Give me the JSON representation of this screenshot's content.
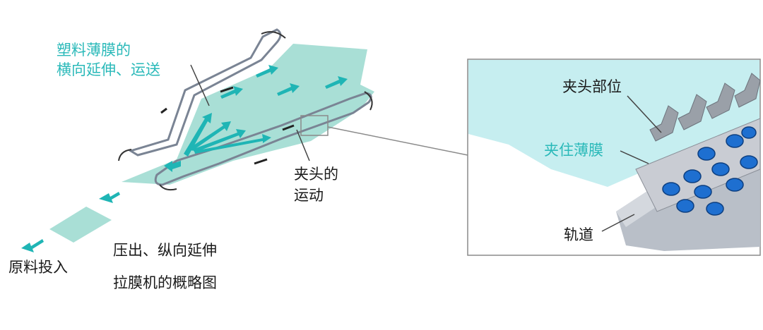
{
  "labels": {
    "film_stretch_line1": "塑料薄膜的",
    "film_stretch_line2": "横向延伸、运送",
    "clip_motion_line1": "夹头的",
    "clip_motion_line2": "运动",
    "raw_input": "原料投入",
    "extrude": "压出、纵向延伸",
    "caption": "拉膜机的概略图",
    "clip_part": "夹头部位",
    "grip_film": "夹住薄膜",
    "rail": "轨道"
  },
  "colors": {
    "teal": "#2ab9b9",
    "film": "#a9dfd6",
    "inset_bg": "#c6eef0",
    "arrow": "#1fb5b5",
    "rail": "#7a8494",
    "clip_blue": "#1e6fd0"
  }
}
